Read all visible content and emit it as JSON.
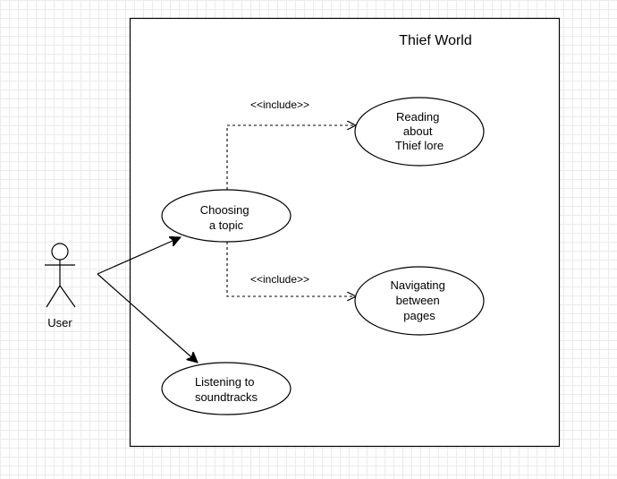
{
  "diagram": {
    "system": {
      "title": "Thief World"
    },
    "actor": {
      "label": "User"
    },
    "use_cases": {
      "choosing": [
        "Choosing",
        "a topic"
      ],
      "reading": [
        "Reading",
        "about",
        "Thief lore"
      ],
      "navigating": [
        "Navigating",
        "between",
        "pages"
      ],
      "listening": [
        "Listening to",
        "soundtracks"
      ]
    },
    "relations": {
      "include_top": "<<include>>",
      "include_bottom": "<<include>>"
    }
  }
}
